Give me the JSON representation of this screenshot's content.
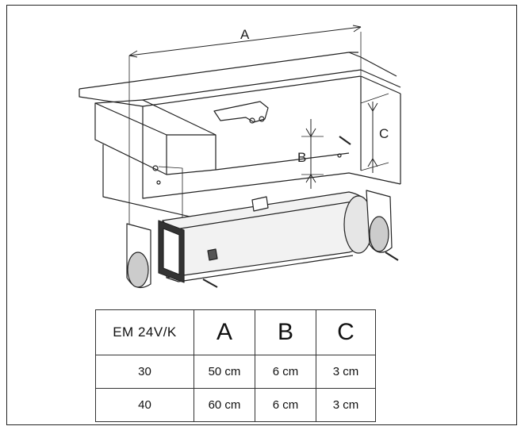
{
  "diagram": {
    "dimension_labels": {
      "a": "A",
      "b": "B",
      "c": "C"
    }
  },
  "table": {
    "headers": [
      "EM 24V/K",
      "A",
      "B",
      "C"
    ],
    "rows": [
      [
        "30",
        "50 cm",
        "6 cm",
        "3 cm"
      ],
      [
        "40",
        "60 cm",
        "6 cm",
        "3 cm"
      ]
    ]
  }
}
